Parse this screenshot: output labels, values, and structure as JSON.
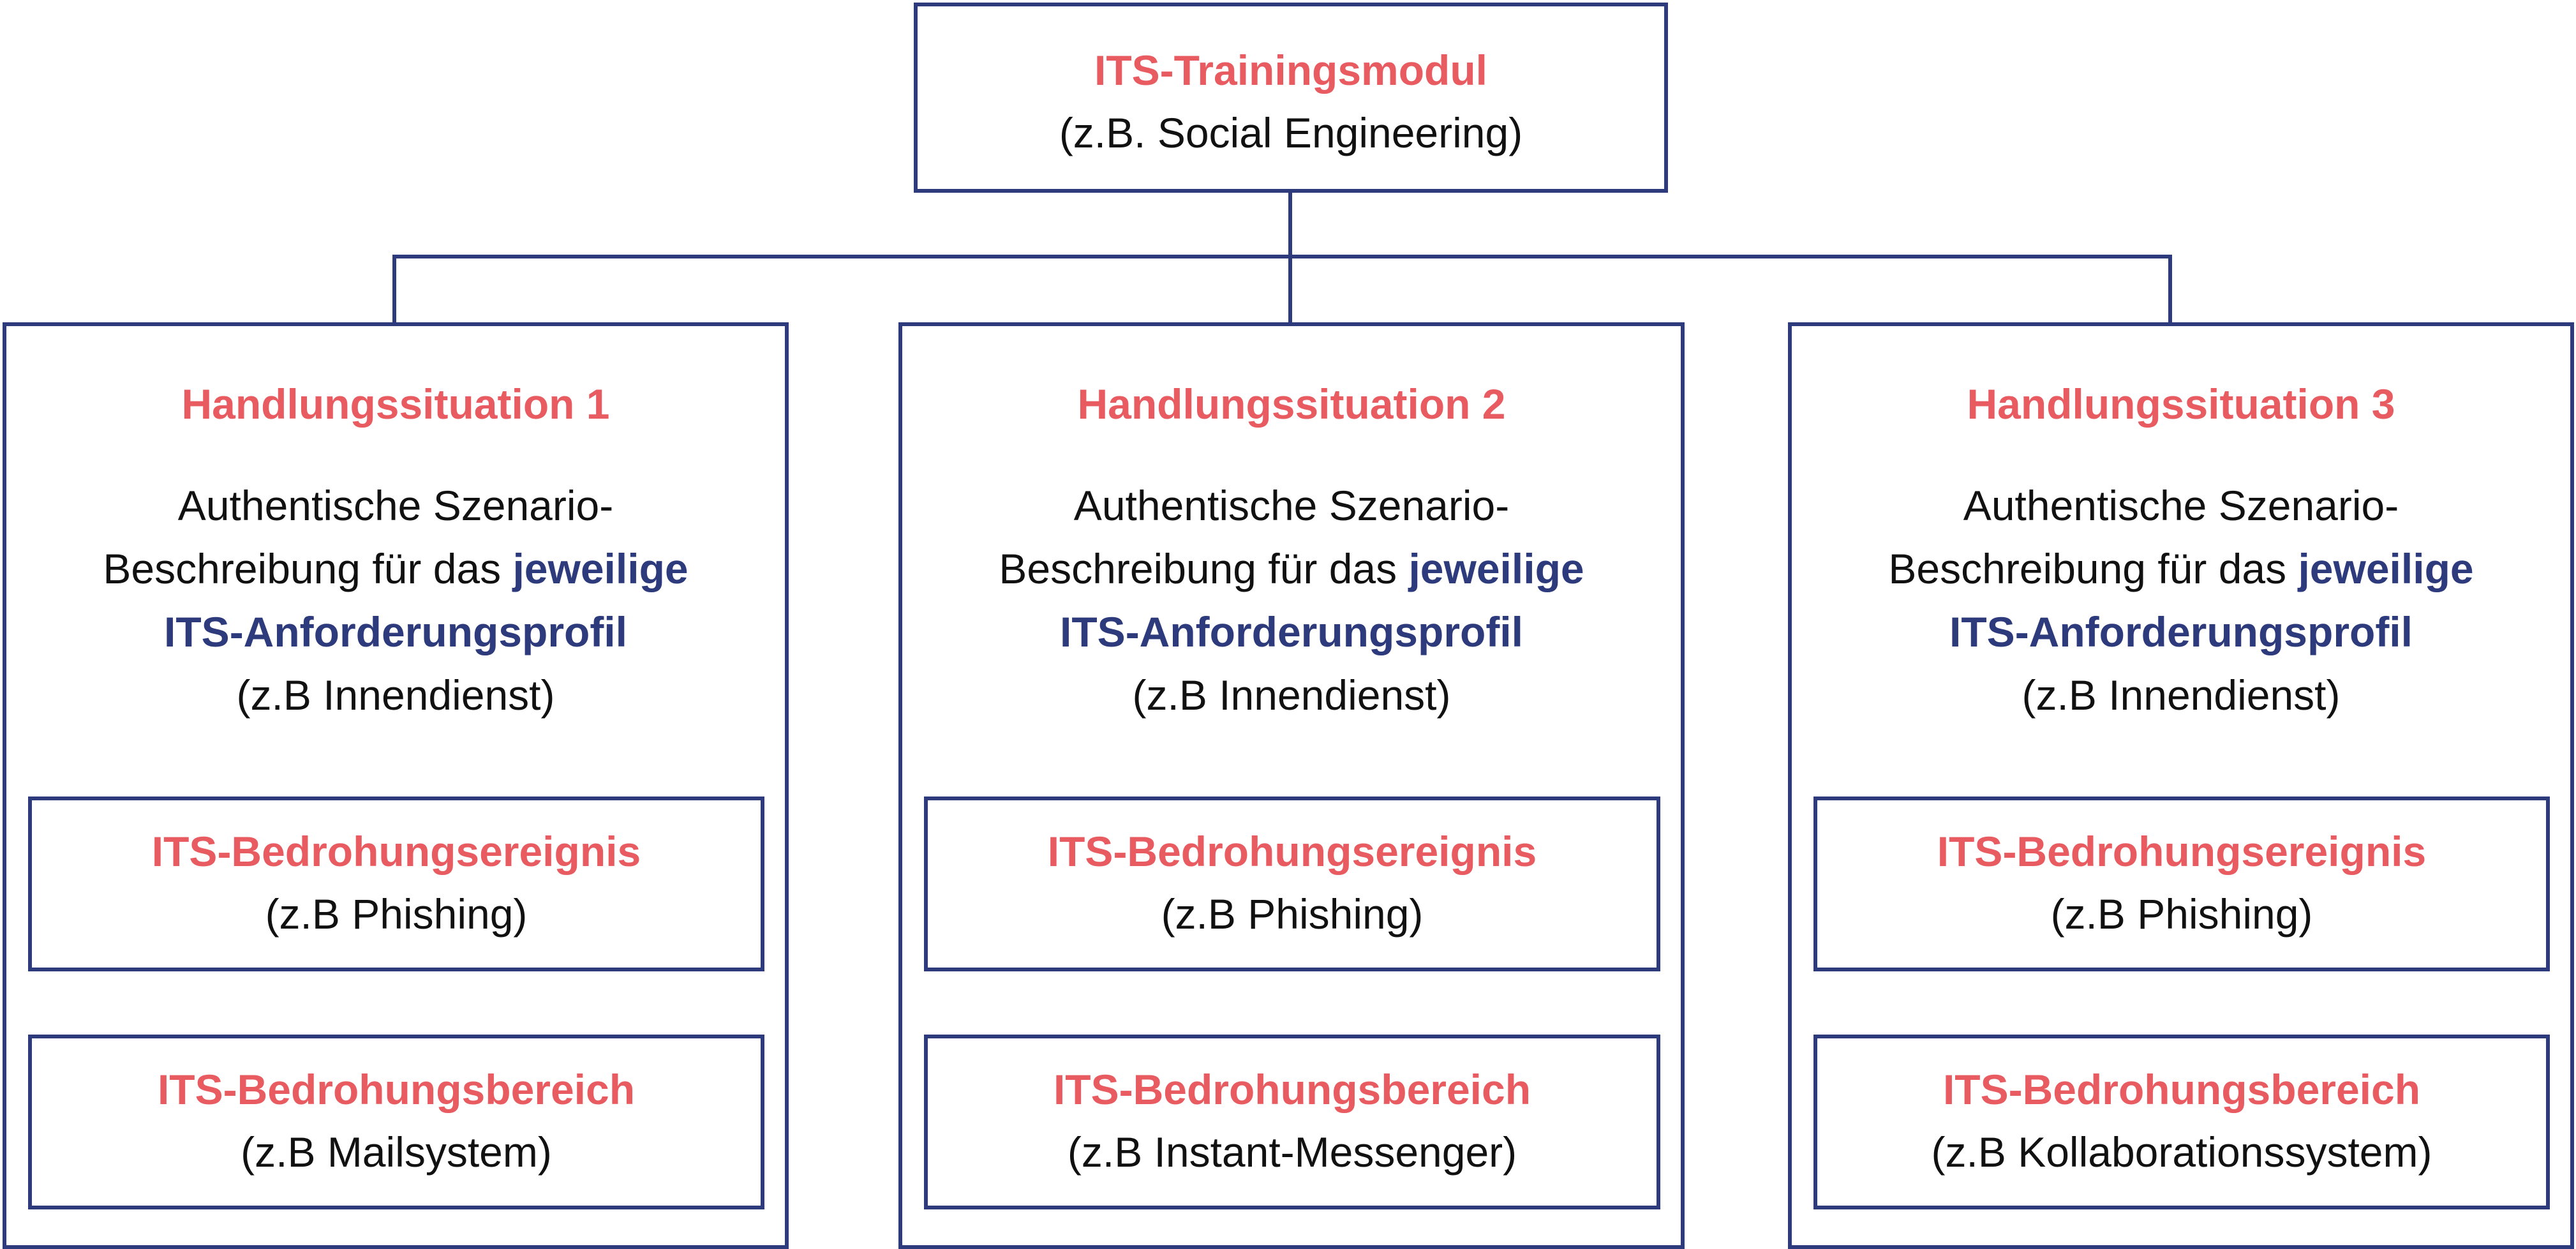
{
  "top": {
    "title": "ITS-Trainingsmodul",
    "subtitle": "(z.B. Social Engineering)"
  },
  "columns": [
    {
      "title": "Handlungssituation 1",
      "desc_line1": "Authentische Szenario-",
      "desc_line2_plain": "Beschreibung für das ",
      "desc_line2_bold": "jeweilige",
      "desc_line3_bold": "ITS-Anforderungsprofil",
      "desc_line4": "(z.B Innendienst)",
      "event_title": "ITS-Bedrohungsereignis",
      "event_example": "(z.B Phishing)",
      "area_title": "ITS-Bedrohungsbereich",
      "area_example": "(z.B Mailsystem)"
    },
    {
      "title": "Handlungssituation 2",
      "desc_line1": "Authentische Szenario-",
      "desc_line2_plain": "Beschreibung für das ",
      "desc_line2_bold": "jeweilige",
      "desc_line3_bold": "ITS-Anforderungsprofil",
      "desc_line4": "(z.B Innendienst)",
      "event_title": "ITS-Bedrohungsereignis",
      "event_example": "(z.B Phishing)",
      "area_title": "ITS-Bedrohungsbereich",
      "area_example": "(z.B Instant-Messenger)"
    },
    {
      "title": "Handlungssituation 3",
      "desc_line1": "Authentische Szenario-",
      "desc_line2_plain": "Beschreibung für das ",
      "desc_line2_bold": "jeweilige",
      "desc_line3_bold": "ITS-Anforderungsprofil",
      "desc_line4": "(z.B Innendienst)",
      "event_title": "ITS-Bedrohungsereignis",
      "event_example": "(z.B Phishing)",
      "area_title": "ITS-Bedrohungsbereich",
      "area_example": "(z.B Kollaborationssystem)"
    }
  ],
  "colors": {
    "accent": "#e85c61",
    "navy": "#2d3a7c",
    "text": "#111111"
  }
}
